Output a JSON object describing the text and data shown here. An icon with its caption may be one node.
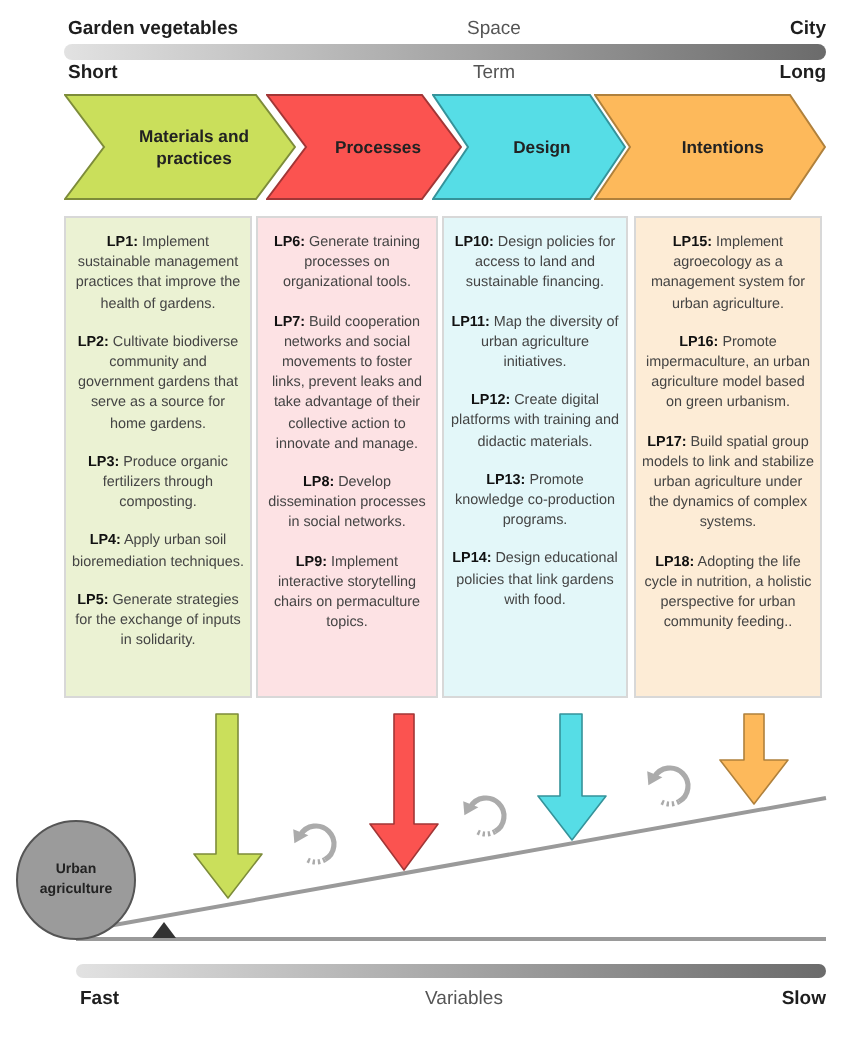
{
  "diagram": {
    "nodes": [
      {
        "text": [
          "Materials and practices"
        ]
      },
      {
        "text": [
          "Processes"
        ]
      },
      {
        "text": [
          "Design"
        ]
      },
      {
        "text": [
          "Intentions"
        ]
      },
      {
        "text": [
          "**LP1:** Implement sustainable management practices that improve the health of gardens.",
          "**LP2:** Cultivate biodiverse community and government gardens that serve as a source for home gardens.",
          "**LP3:** Produce organic fertilizers through composting.",
          "**LP4:** Apply urban soil bioremediation techniques.",
          "**LP5:** Generate strategies for the exchange of inputs in solidarity."
        ]
      },
      {
        "text": [
          "**LP6:** Generate training processes on organizational tools.",
          "**LP7:** Build cooperation networks and social movements to foster links, prevent leaks and take advantage of their collective action to innovate and manage.",
          "**LP8:** Develop dissemination processes in social networks.",
          "**LP9:** Implement interactive storytelling chairs on permaculture topics."
        ]
      },
      {
        "text": [
          "**LP10:** Design policies for access to land and sustainable financing.",
          "**LP11:** Map the diversity of urban agriculture initiatives.",
          "**LP12:** Create digital platforms with training and didactic materials.",
          "**LP13:** Promote knowledge co-production programs.",
          "**LP14:** Design educational policies that link gardens with food."
        ]
      },
      {
        "text": [
          "**LP15:** Implement agroecology as a management system for urban agriculture.",
          "**LP16:** Promote impermaculture, an urban agriculture model based on green urbanism.",
          "**LP17:** Build spatial group models to link and stabilize urban agriculture under the dynamics of complex systems.",
          "**LP18:** Adopting the life cycle in nutrition, a holistic perspective for urban community feeding.."
        ]
      },
      {
        "text": [
          "Urban agriculture"
        ]
      }
    ],
    "labels": [
      "Garden vegetables",
      "Space",
      "City",
      "Short",
      "Term",
      "Long",
      "Fast",
      "Variables",
      "Slow"
    ]
  }
}
